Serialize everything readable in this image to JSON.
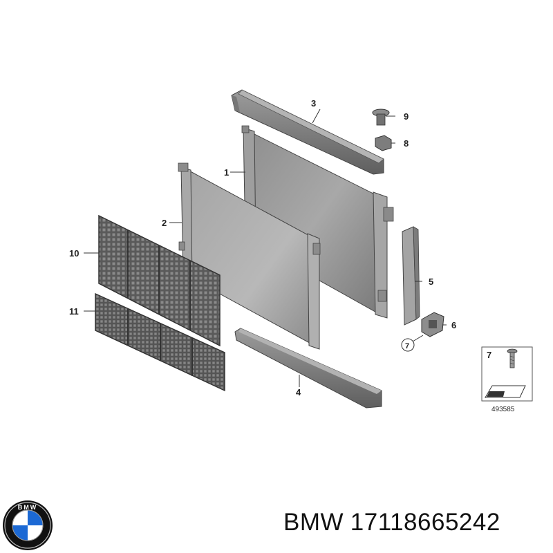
{
  "callouts": {
    "p1": "1",
    "p2": "2",
    "p3": "3",
    "p4": "4",
    "p5": "5",
    "p6": "6",
    "p7": "7",
    "p8": "8",
    "p9": "9",
    "p10": "10",
    "p11": "11"
  },
  "legend_box": {
    "number": "7",
    "ref": "493585"
  },
  "caption": {
    "brand": "BMW",
    "part_number": "17118665242"
  },
  "logo": {
    "text": "BMW"
  },
  "colors": {
    "panel_dark": "#6d6d6d",
    "panel_mid": "#9a9a9a",
    "panel_light": "#c4c4c4",
    "logo_blue": "#1c69d4"
  }
}
